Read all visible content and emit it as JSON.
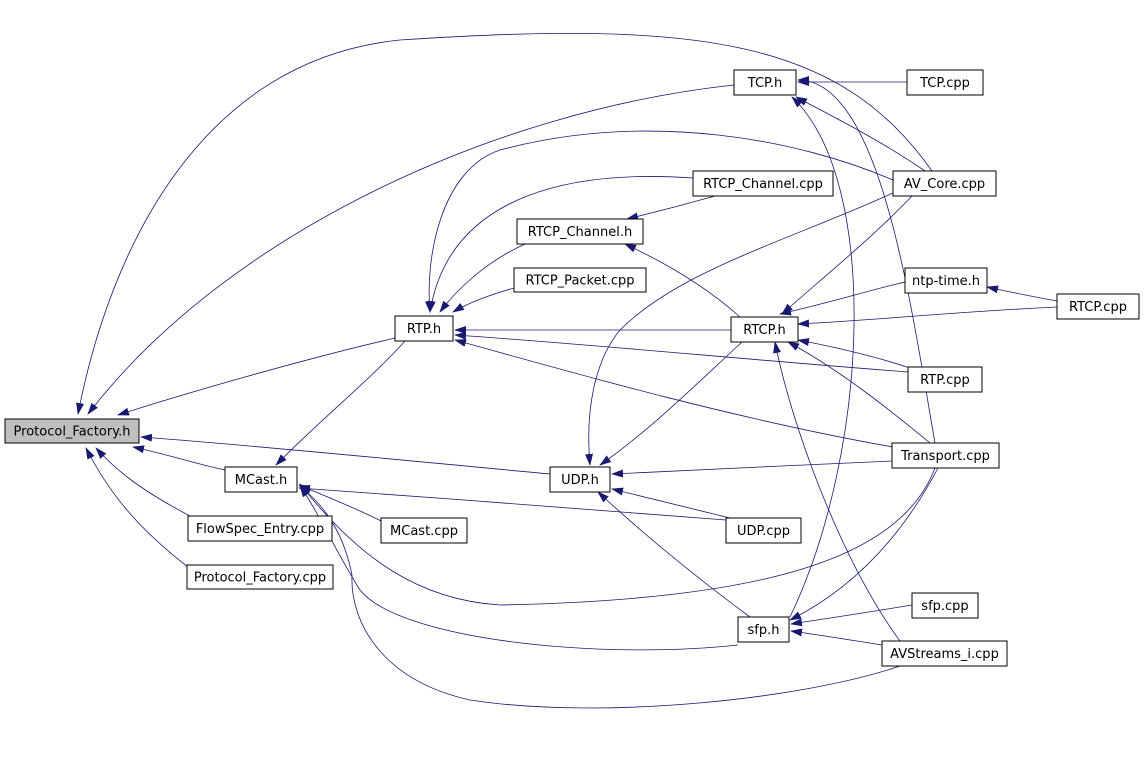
{
  "graph": {
    "colors": {
      "edge": "#191970",
      "node_fill": "#ffffff",
      "highlight_fill": "#bfbfbf",
      "border": "#000000"
    },
    "nodes": [
      {
        "id": "protocol_factory_h",
        "label": "Protocol_Factory.h",
        "highlighted": true
      },
      {
        "id": "tcp_h",
        "label": "TCP.h"
      },
      {
        "id": "tcp_cpp",
        "label": "TCP.cpp"
      },
      {
        "id": "rtcp_channel_cpp",
        "label": "RTCP_Channel.cpp"
      },
      {
        "id": "av_core_cpp",
        "label": "AV_Core.cpp"
      },
      {
        "id": "rtcp_channel_h",
        "label": "RTCP_Channel.h"
      },
      {
        "id": "rtcp_packet_cpp",
        "label": "RTCP_Packet.cpp"
      },
      {
        "id": "ntp_time_h",
        "label": "ntp-time.h"
      },
      {
        "id": "rtcp_cpp",
        "label": "RTCP.cpp"
      },
      {
        "id": "rtp_h",
        "label": "RTP.h"
      },
      {
        "id": "rtcp_h",
        "label": "RTCP.h"
      },
      {
        "id": "rtp_cpp",
        "label": "RTP.cpp"
      },
      {
        "id": "transport_cpp",
        "label": "Transport.cpp"
      },
      {
        "id": "mcast_h",
        "label": "MCast.h"
      },
      {
        "id": "udp_h",
        "label": "UDP.h"
      },
      {
        "id": "flowspec_entry_cpp",
        "label": "FlowSpec_Entry.cpp"
      },
      {
        "id": "mcast_cpp",
        "label": "MCast.cpp"
      },
      {
        "id": "udp_cpp",
        "label": "UDP.cpp"
      },
      {
        "id": "protocol_factory_cpp",
        "label": "Protocol_Factory.cpp"
      },
      {
        "id": "sfp_cpp",
        "label": "sfp.cpp"
      },
      {
        "id": "sfp_h",
        "label": "sfp.h"
      },
      {
        "id": "avstreams_i_cpp",
        "label": "AVStreams_i.cpp"
      }
    ],
    "edges": [
      [
        "tcp_h",
        "protocol_factory_h"
      ],
      [
        "av_core_cpp",
        "protocol_factory_h"
      ],
      [
        "rtp_h",
        "protocol_factory_h"
      ],
      [
        "mcast_h",
        "protocol_factory_h"
      ],
      [
        "udp_h",
        "protocol_factory_h"
      ],
      [
        "flowspec_entry_cpp",
        "protocol_factory_h"
      ],
      [
        "protocol_factory_cpp",
        "protocol_factory_h"
      ],
      [
        "tcp_cpp",
        "tcp_h"
      ],
      [
        "av_core_cpp",
        "tcp_h"
      ],
      [
        "transport_cpp",
        "tcp_h"
      ],
      [
        "sfp_h",
        "tcp_h"
      ],
      [
        "rtcp_channel_cpp",
        "rtp_h"
      ],
      [
        "rtcp_channel_h",
        "rtp_h"
      ],
      [
        "rtcp_packet_cpp",
        "rtp_h"
      ],
      [
        "rtcp_h",
        "rtp_h"
      ],
      [
        "rtp_cpp",
        "rtp_h"
      ],
      [
        "transport_cpp",
        "rtp_h"
      ],
      [
        "av_core_cpp",
        "rtp_h"
      ],
      [
        "rtcp_channel_cpp",
        "rtcp_channel_h"
      ],
      [
        "rtcp_h",
        "rtcp_channel_h"
      ],
      [
        "ntp_time_h",
        "rtcp_h"
      ],
      [
        "rtcp_cpp",
        "rtcp_h"
      ],
      [
        "av_core_cpp",
        "rtcp_h"
      ],
      [
        "rtp_cpp",
        "rtcp_h"
      ],
      [
        "transport_cpp",
        "rtcp_h"
      ],
      [
        "avstreams_i_cpp",
        "rtcp_h"
      ],
      [
        "rtcp_cpp",
        "ntp_time_h"
      ],
      [
        "rtp_h",
        "mcast_h"
      ],
      [
        "mcast_cpp",
        "mcast_h"
      ],
      [
        "udp_cpp",
        "mcast_h"
      ],
      [
        "transport_cpp",
        "mcast_h"
      ],
      [
        "sfp_h",
        "mcast_h"
      ],
      [
        "avstreams_i_cpp",
        "mcast_h"
      ],
      [
        "rtcp_h",
        "udp_h"
      ],
      [
        "transport_cpp",
        "udp_h"
      ],
      [
        "udp_cpp",
        "udp_h"
      ],
      [
        "sfp_h",
        "udp_h"
      ],
      [
        "av_core_cpp",
        "udp_h"
      ],
      [
        "sfp_cpp",
        "sfp_h"
      ],
      [
        "avstreams_i_cpp",
        "sfp_h"
      ],
      [
        "transport_cpp",
        "sfp_h"
      ]
    ]
  }
}
